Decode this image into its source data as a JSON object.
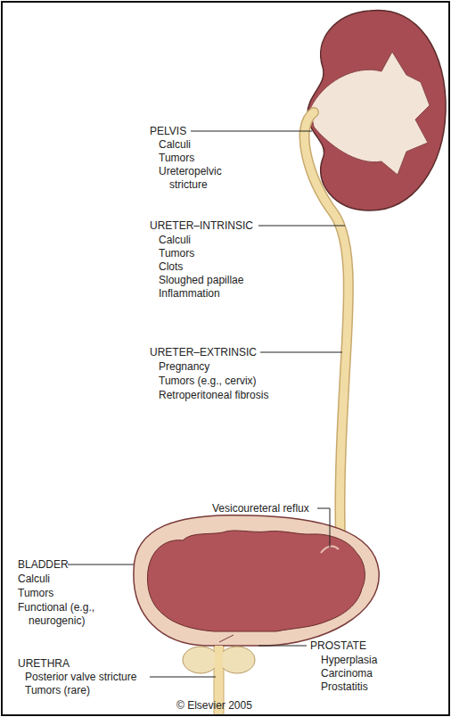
{
  "diagram": {
    "labels": [
      "PELVIS",
      "Calculi",
      "Tumors",
      "Ureteropelvic stricture",
      "URETER–INTRINSIC",
      "Calculi",
      "Tumors",
      "Clots",
      "Sloughed papillae",
      "Inflammation",
      "URETER–EXTRINSIC",
      "Pregnancy",
      "Tumors (e.g., cervix)",
      "Retroperitoneal fibrosis",
      "Vesicoureteral reflux",
      "BLADDER",
      "Calculi",
      "Tumors",
      "Functional (e.g., neurogenic)",
      "PROSTATE",
      "Hyperplasia",
      "Carcinoma",
      "Prostatitis",
      "URETHRA",
      "Posterior valve stricture",
      "Tumors (rare)",
      "© Elsevier 2005"
    ]
  }
}
